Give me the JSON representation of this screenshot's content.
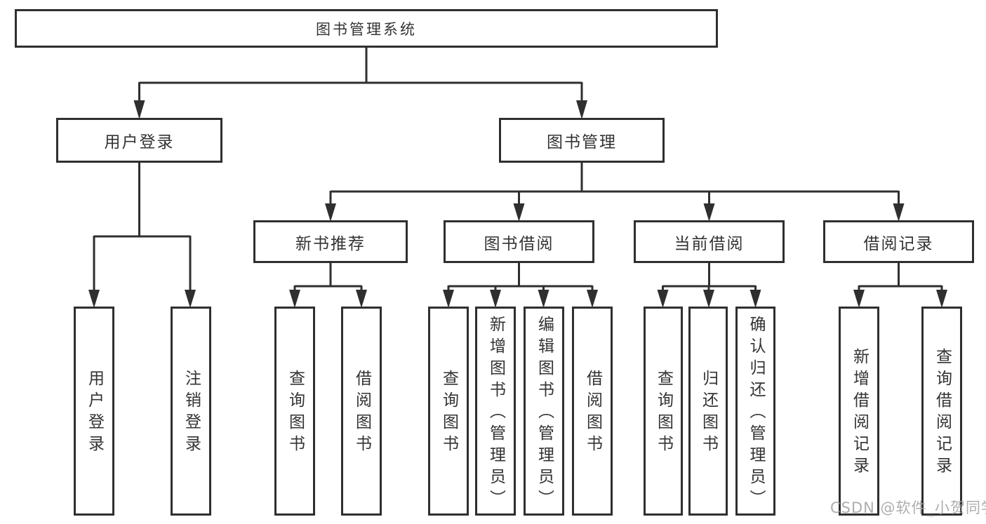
{
  "nodes": {
    "root": {
      "label": "图书管理系统"
    },
    "level2": [
      {
        "label": "用户登录"
      },
      {
        "label": "图书管理"
      }
    ],
    "level3": [
      {
        "label": "新书推荐"
      },
      {
        "label": "图书借阅"
      },
      {
        "label": "当前借阅"
      },
      {
        "label": "借阅记录"
      }
    ],
    "leaves": {
      "user_login": [
        {
          "label": "用户登录"
        },
        {
          "label": "注销登录"
        }
      ],
      "new_book": [
        {
          "label": "查询图书"
        },
        {
          "label": "借阅图书"
        }
      ],
      "book_borrow": [
        {
          "label": "查询图书"
        },
        {
          "label": "新增图书（管理员）"
        },
        {
          "label": "编辑图书（管理员）"
        },
        {
          "label": "借阅图书"
        }
      ],
      "current_borrow": [
        {
          "label": "查询图书"
        },
        {
          "label": "归还图书"
        },
        {
          "label": "确认归还（管理员）"
        }
      ],
      "borrow_records": [
        {
          "label": "新增借阅记录"
        },
        {
          "label": "查询借阅记录"
        }
      ]
    }
  },
  "watermark": "CSDN @软件_小贺同学",
  "colors": {
    "line": "#2f2f2f",
    "text": "#333333",
    "background": "#ffffff",
    "watermark": "#a5a5a5"
  }
}
